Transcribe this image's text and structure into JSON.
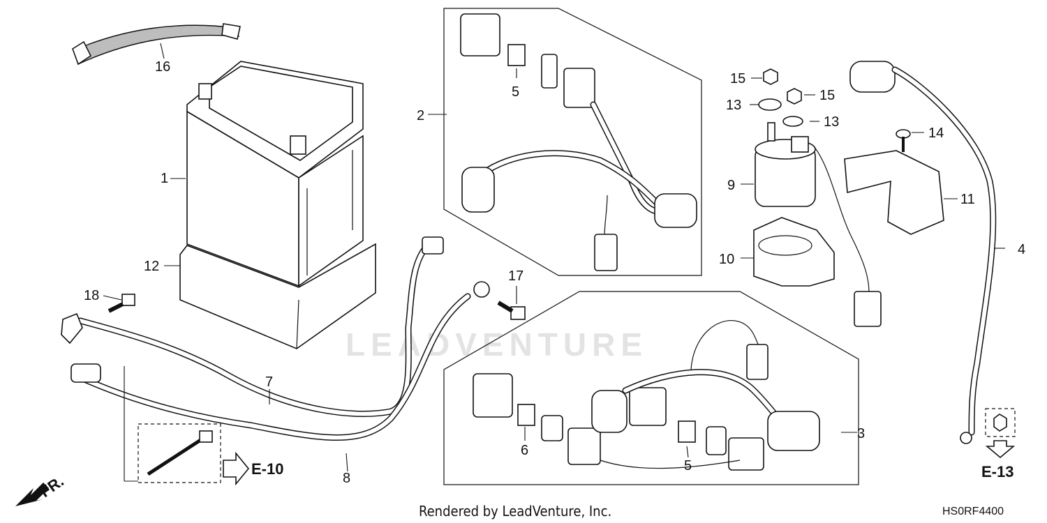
{
  "callouts": {
    "c1": "1",
    "c2": "2",
    "c3": "3",
    "c4": "4",
    "c5a": "5",
    "c5b": "5",
    "c6": "6",
    "c7": "7",
    "c8": "8",
    "c9": "9",
    "c10": "10",
    "c11": "11",
    "c12": "12",
    "c13a": "13",
    "c13b": "13",
    "c14": "14",
    "c15a": "15",
    "c15b": "15",
    "c16": "16",
    "c17": "17",
    "c18": "18"
  },
  "refs": {
    "e10": "E-10",
    "e13": "E-13",
    "fr": "FR."
  },
  "footer": {
    "credit": "Rendered by LeadVenture, Inc.",
    "code": "HS0RF4400"
  },
  "watermark": {
    "text": "LEADVENTURE"
  }
}
